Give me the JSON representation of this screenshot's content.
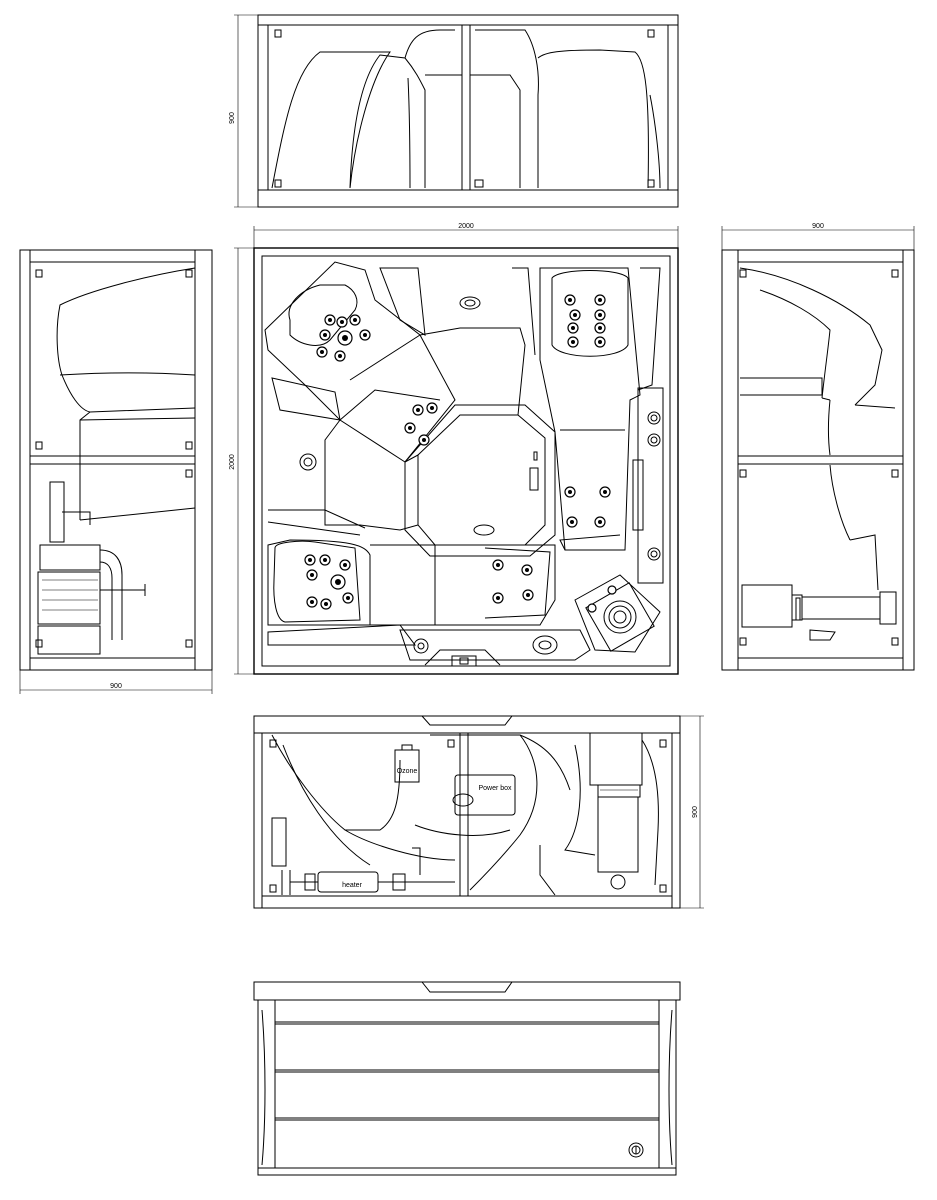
{
  "dimensions": {
    "top_view_height": "900",
    "plan_width": "2000",
    "plan_height": "2000",
    "left_view_width": "900",
    "right_view_width": "900",
    "front_view_height": "900"
  },
  "component_labels": {
    "ozone": "Ozone",
    "power_box": "Power box",
    "heater": "heater"
  },
  "colors": {
    "line": "#000000",
    "background": "#ffffff"
  }
}
